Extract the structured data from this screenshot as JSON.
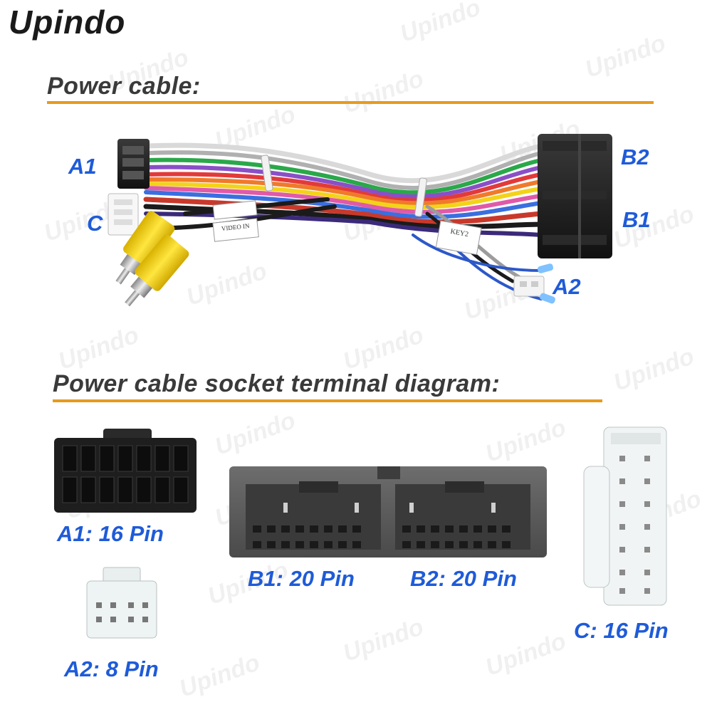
{
  "brand": "Upindo",
  "sections": {
    "power_cable_title": "Power cable:",
    "terminal_diagram_title": "Power cable socket terminal diagram:"
  },
  "cable_labels": {
    "a1": "A1",
    "c": "C",
    "b2": "B2",
    "b1": "B1",
    "a2": "A2"
  },
  "cable_tags": {
    "tag1": "VIDEO IN",
    "tag2": "KEY2"
  },
  "connectors": {
    "a1": "A1: 16 Pin",
    "a2": "A2: 8 Pin",
    "b1": "B1: 20 Pin",
    "b2": "B2: 20 Pin",
    "c": "C: 16 Pin"
  },
  "colors": {
    "accent_rule": "#e79a1e",
    "label_blue": "#1f5bd8",
    "rca_yellow": "#f2d21b"
  }
}
